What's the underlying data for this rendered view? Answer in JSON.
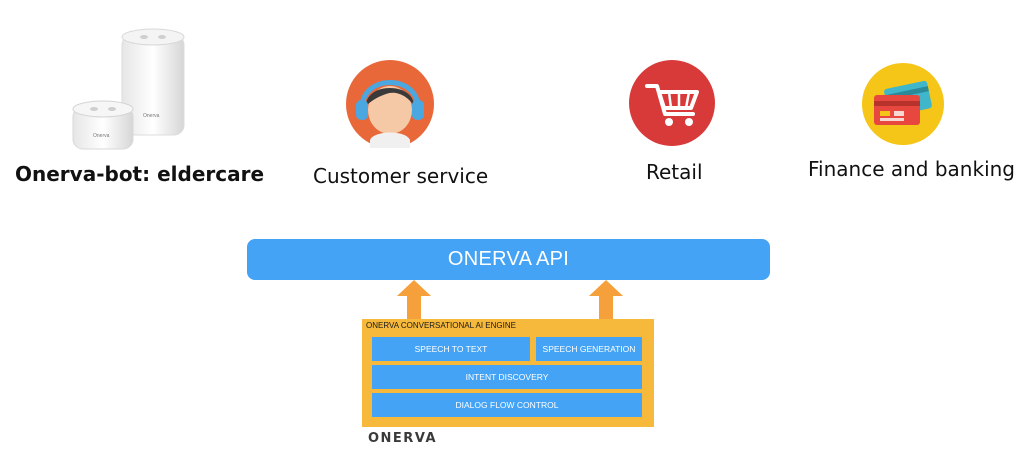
{
  "use_cases": [
    {
      "id": "eldercare",
      "label": "Onerva-bot: eldercare",
      "icon": "smart-speaker-icon",
      "device_text": "Onerva"
    },
    {
      "id": "customer-service",
      "label": "Customer service",
      "icon": "headset-agent-icon"
    },
    {
      "id": "retail",
      "label": "Retail",
      "icon": "shopping-cart-icon"
    },
    {
      "id": "finance",
      "label": "Finance and banking",
      "icon": "credit-cards-icon"
    }
  ],
  "api": {
    "label": "ONERVA API"
  },
  "engine": {
    "title": "ONERVA CONVERSATIONAL AI ENGINE",
    "modules": {
      "speech_to_text": "SPEECH TO TEXT",
      "speech_generation": "SPEECH GENERATION",
      "intent_discovery": "INTENT DISCOVERY",
      "dialog_flow_control": "DIALOG FLOW CONTROL"
    }
  },
  "brand": "ONERVA",
  "colors": {
    "api_blue": "#44a3f5",
    "engine_orange": "#f6b93b",
    "arrow_orange": "#f5a03a",
    "cs_circle": "#e8683a",
    "retail_circle": "#d83a3a",
    "finance_circle": "#f5c518"
  }
}
